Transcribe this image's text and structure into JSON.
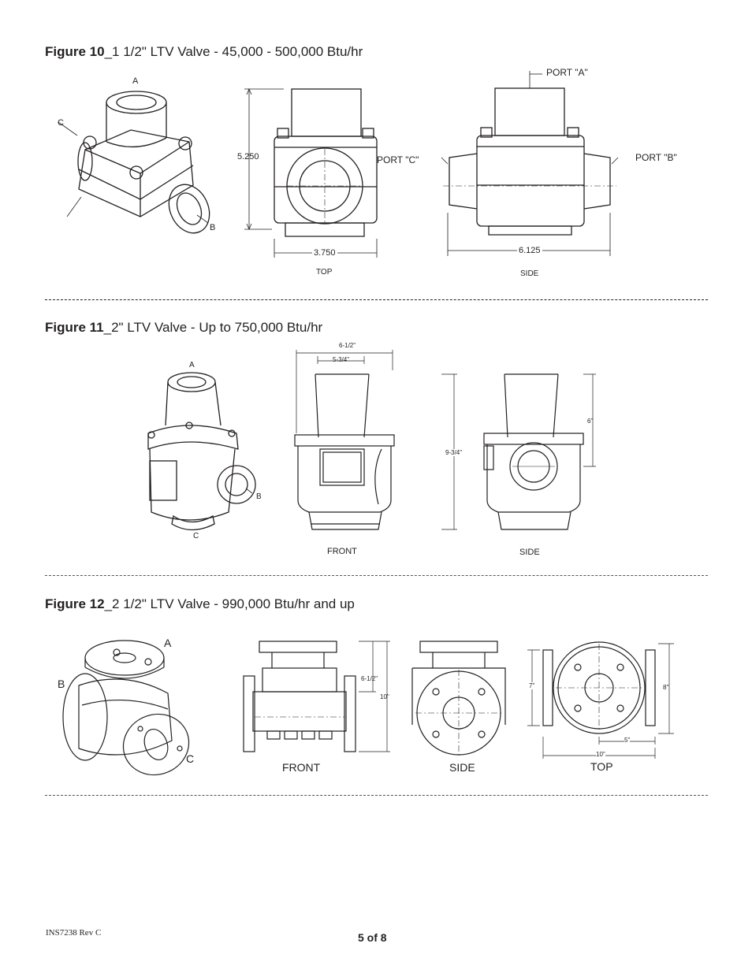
{
  "fig10": {
    "title_bold": "Figure 10",
    "title_rest": "_1 1/2\" LTV Valve - 45,000 - 500,000 Btu/hr",
    "iso_labels": {
      "a": "A",
      "b": "B",
      "c": "C"
    },
    "dim_height": "5.250",
    "dim_width_top": "3.750",
    "view_top": "TOP",
    "port_a": "PORT \"A\"",
    "port_b": "PORT \"B\"",
    "port_c": "PORT \"C\"",
    "dim_width_side": "6.125",
    "view_side": "SIDE"
  },
  "fig11": {
    "title_bold": "Figure 11",
    "title_rest": "_2\" LTV Valve - Up to 750,000 Btu/hr",
    "iso_labels": {
      "a": "A",
      "b": "B",
      "c": "C"
    },
    "dim_6_1_2": "6-1/2\"",
    "dim_5_3_4": "5-3/4\"",
    "dim_9_3_4": "9-3/4\"",
    "dim_6": "6\"",
    "view_front": "FRONT",
    "view_side": "SIDE"
  },
  "fig12": {
    "title_bold": "Figure 12",
    "title_rest": "_2 1/2\" LTV Valve - 990,000 Btu/hr and up",
    "iso_labels": {
      "a": "A",
      "b": "B",
      "c": "C"
    },
    "dim_6_1_2": "6-1/2\"",
    "dim_10_v": "10\"",
    "dim_7": "7\"",
    "dim_8": "8\"",
    "dim_5": "5\"",
    "dim_10_h": "10\"",
    "view_front": "FRONT",
    "view_side": "SIDE",
    "view_top": "TOP"
  },
  "footer": {
    "doc_id": "INS7238 Rev C",
    "page": "5 of 8"
  }
}
